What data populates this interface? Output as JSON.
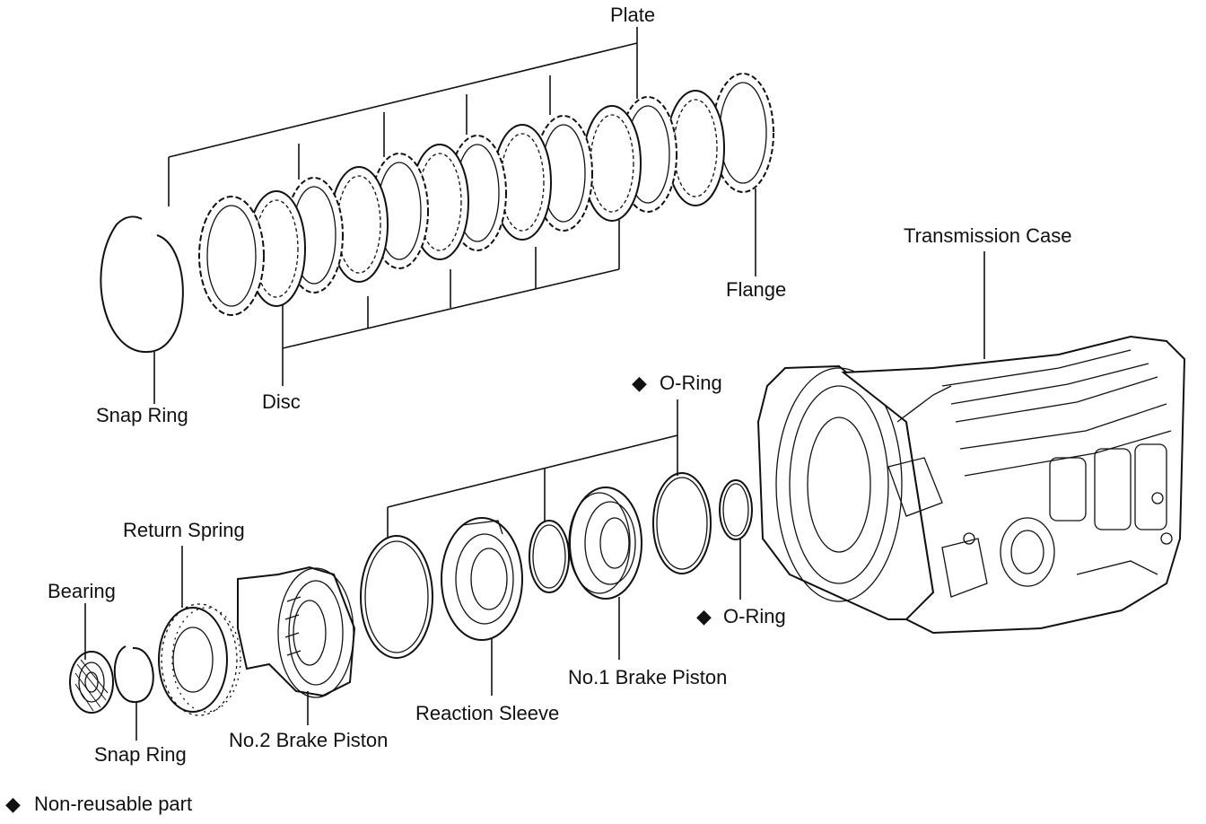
{
  "labels": {
    "plate": "Plate",
    "flange": "Flange",
    "disc": "Disc",
    "snap_ring_top": "Snap Ring",
    "transmission_case": "Transmission Case",
    "o_ring_top": "O-Ring",
    "o_ring_right": "O-Ring",
    "return_spring": "Return Spring",
    "bearing": "Bearing",
    "snap_ring_bottom": "Snap Ring",
    "no2_brake_piston": "No.2 Brake Piston",
    "reaction_sleeve": "Reaction Sleeve",
    "no1_brake_piston": "No.1 Brake Piston"
  },
  "legend": {
    "symbol": "◆",
    "text": "Non-reusable part"
  },
  "colors": {
    "ink": "#111111",
    "background": "#ffffff"
  }
}
